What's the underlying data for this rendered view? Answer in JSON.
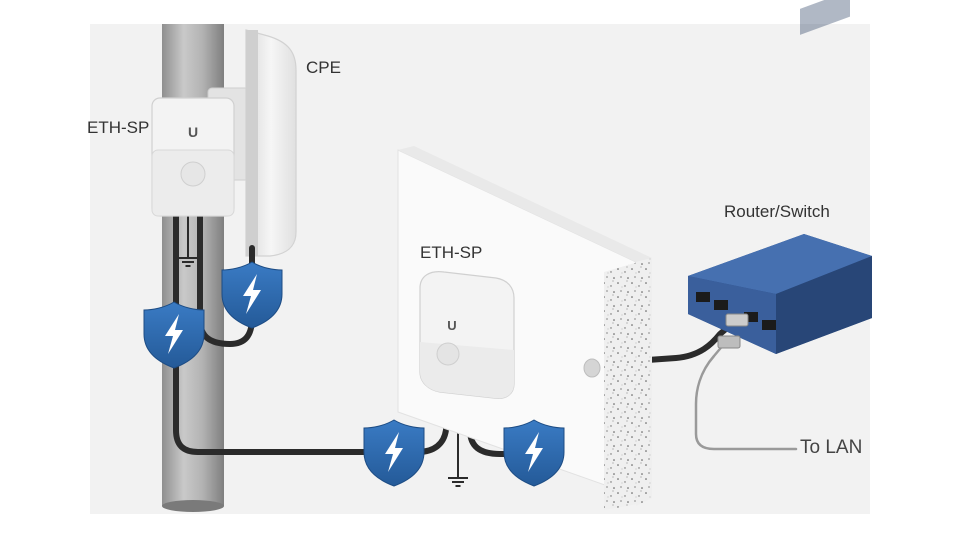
{
  "labels": {
    "cpe": "CPE",
    "eth_sp_pole": "ETH-SP",
    "eth_sp_wall": "ETH-SP",
    "router_switch": "Router/Switch",
    "to_lan": "To LAN"
  },
  "brand_mark": "U",
  "icons": {
    "surge_shield": "shield-lightning-icon",
    "ground": "ground-icon"
  },
  "colors": {
    "background": "#f2f2f2",
    "shield": "#2f69ac",
    "router_body": "#2e5088",
    "cable": "#2b2b2b",
    "lan_cable": "#9a9a9a"
  }
}
